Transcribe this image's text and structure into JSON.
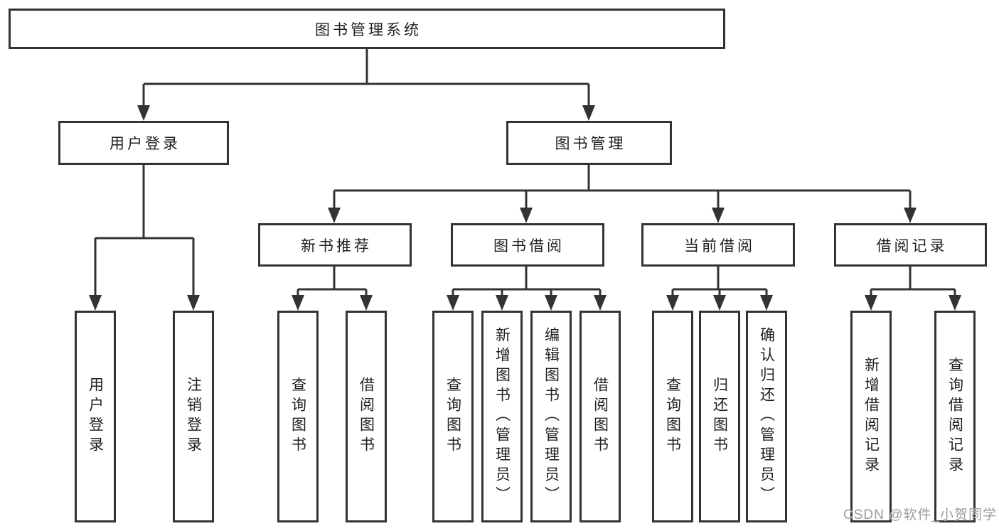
{
  "tree": {
    "label": "图书管理系统",
    "children": [
      {
        "label": "用户登录",
        "children": [
          {
            "label": "用户登录"
          },
          {
            "label": "注销登录"
          }
        ]
      },
      {
        "label": "图书管理",
        "children": [
          {
            "label": "新书推荐",
            "children": [
              {
                "label": "查询图书"
              },
              {
                "label": "借阅图书"
              }
            ]
          },
          {
            "label": "图书借阅",
            "children": [
              {
                "label": "查询图书"
              },
              {
                "label": "新增图书（管理员）"
              },
              {
                "label": "编辑图书（管理员）"
              },
              {
                "label": "借阅图书"
              }
            ]
          },
          {
            "label": "当前借阅",
            "children": [
              {
                "label": "查询图书"
              },
              {
                "label": "归还图书"
              },
              {
                "label": "确认归还（管理员）"
              }
            ]
          },
          {
            "label": "借阅记录",
            "children": [
              {
                "label": "新增借阅记录"
              },
              {
                "label": "查询借阅记录"
              }
            ]
          }
        ]
      }
    ]
  },
  "watermark": {
    "text": "CSDN @软件_小贺同学",
    "color": "#9b9b9b"
  },
  "colors": {
    "line": "#333333",
    "text": "#1f1f1f",
    "background": "#ffffff",
    "box_fill": "#ffffff"
  }
}
